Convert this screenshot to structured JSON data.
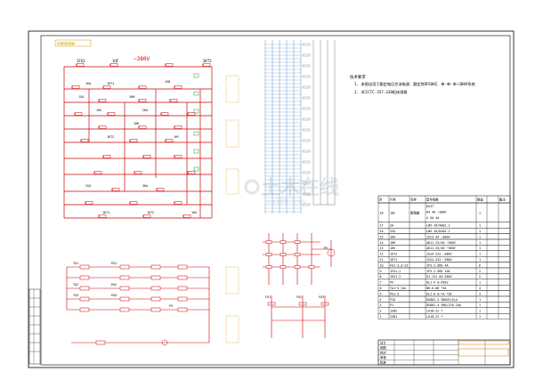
{
  "sheet": {
    "title_tag": "控制原理图",
    "voltage_label": "~380V",
    "watermark_main": "土木在线",
    "watermark_sub": "co188.com"
  },
  "notes": {
    "heading": "技术要求",
    "lines": [
      "1. 本图适用于额定电压交流电源、额定频率50HZ、单-单-单~380V系统",
      "2. 4CCCTC.357.338柜体规格"
    ]
  },
  "wires": {
    "top": [
      "1FU1",
      "1QF",
      "1KT2"
    ],
    "circuit": [
      "1KA",
      "1KT1",
      "1KM",
      "1HG",
      "1HR",
      "1KT2",
      "1SB",
      "1SA",
      "2KA",
      "1HY",
      "2SA",
      "3KA"
    ],
    "lower": [
      "TA1",
      "TA2",
      "TA3",
      "PA1",
      "PA2",
      "PA3",
      "PV"
    ],
    "bottom": [
      "FU1",
      "FU2",
      "FU3"
    ]
  },
  "bom": {
    "header": {
      "no": "序",
      "code": "代号",
      "name": "名称",
      "spec": "型号规格",
      "qty": "数量",
      "note": "备注"
    },
    "rows": [
      {
        "no": "18",
        "code": "1QF",
        "name": "断路器",
        "spec": "DZ47\nD4 4A ~380V\n4 5A 4A",
        "qty": "1",
        "note": ""
      },
      {
        "no": "17",
        "code": "SA",
        "name": "",
        "spec": "LW5-16/9802.2",
        "qty": "1",
        "note": ""
      },
      {
        "no": "16",
        "code": "2SA",
        "name": "",
        "spec": "LW5-16/D402.2",
        "qty": "1",
        "note": ""
      },
      {
        "no": "15",
        "code": "1KA",
        "name": "",
        "spec": "JZC3-44 ~380V",
        "qty": "1",
        "note": ""
      },
      {
        "no": "14",
        "code": "1HR",
        "name": "",
        "spec": "AD11-25/40 ~380V",
        "qty": "1",
        "note": ""
      },
      {
        "no": "13",
        "code": "1HG",
        "name": "",
        "spec": "AD11-25/40 ~380V",
        "qty": "1",
        "note": ""
      },
      {
        "no": "12",
        "code": "1KT2",
        "name": "",
        "spec": "JSS4-222 ~380V",
        "qty": "1",
        "note": ""
      },
      {
        "no": "11",
        "code": "1KT1",
        "name": "",
        "spec": "JSS4-322 ~380V",
        "qty": "1",
        "note": ""
      },
      {
        "no": "10",
        "code": "FU1-3,3~23",
        "name": "",
        "spec": "JF5-2.5RD 4A",
        "qty": "6",
        "note": ""
      },
      {
        "no": "9",
        "code": "1FU1-2",
        "name": "",
        "spec": "JF5-2.5RD 10A",
        "qty": "2",
        "note": ""
      },
      {
        "no": "8",
        "code": "1KV1-2",
        "name": "",
        "spec": "DJ-131 60-380V",
        "qty": "2",
        "note": ""
      },
      {
        "no": "7",
        "code": "PV",
        "name": "",
        "spec": "6L2-V 0~450V",
        "qty": "1",
        "note": ""
      },
      {
        "no": "6",
        "code": "TA1~3,Tan",
        "name": "",
        "spec": "BH-0.66 *5A",
        "qty": "4",
        "note": ""
      },
      {
        "no": "5",
        "code": "PA1~3",
        "name": "",
        "spec": "6L2-A 0~*A *5A",
        "qty": "3",
        "note": ""
      },
      {
        "no": "4",
        "code": "PJK",
        "name": "",
        "spec": "DS862-4 380V5(6)A",
        "qty": "1",
        "note": ""
      },
      {
        "no": "3",
        "code": "PJ",
        "name": "",
        "spec": "DS862-4 380/220 10A",
        "qty": "1",
        "note": ""
      },
      {
        "no": "2",
        "code": "1SB2",
        "name": "",
        "spec": "LA18-22 *",
        "qty": "1",
        "note": ""
      },
      {
        "no": "1",
        "code": "1SB1",
        "name": "",
        "spec": "LA18-22 *",
        "qty": "1",
        "note": ""
      }
    ]
  },
  "title_block": {
    "project": "",
    "drawing_name": "",
    "labels": [
      "设计",
      "制图",
      "校对",
      "审核",
      "批准"
    ]
  }
}
